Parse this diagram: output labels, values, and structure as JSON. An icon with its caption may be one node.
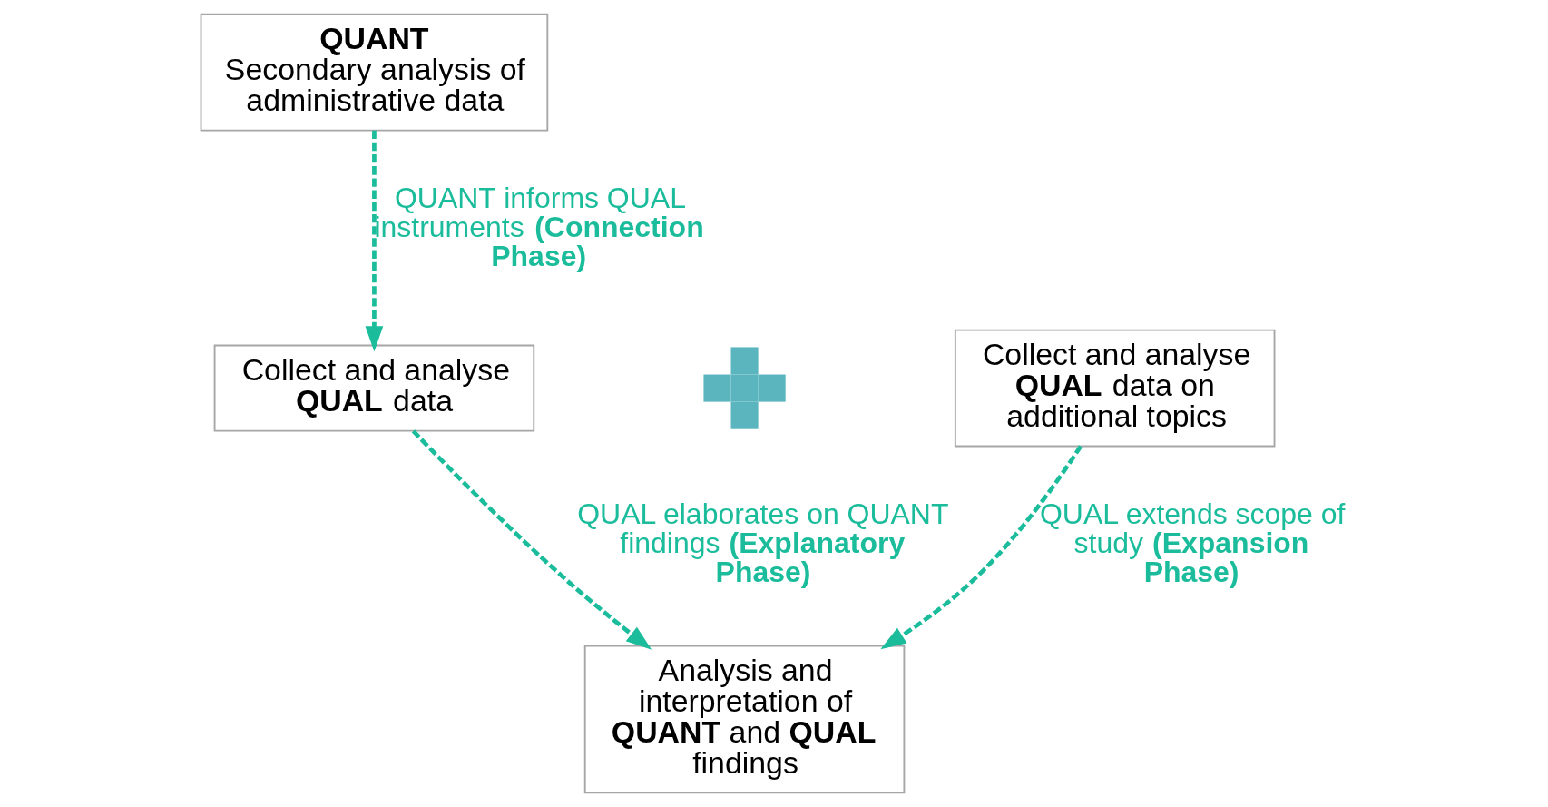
{
  "diagram": {
    "nodes": [
      {
        "text": [
          "QUANT",
          "Secondary analysis of administrative data"
        ]
      },
      {
        "text": [
          "Collect and analyse **QUAL** data"
        ]
      },
      {
        "text": [],
        "shape": "plus"
      },
      {
        "text": [
          "Collect and analyse **QUAL** data on additional topics"
        ]
      },
      {
        "text": [
          "Analysis and interpretation of **QUANT** and **QUAL** findings"
        ]
      }
    ],
    "edges": [
      {
        "from": 0,
        "to": 1,
        "arrow": "to",
        "style": "dashed",
        "label": "QUANT informs QUAL instruments **(Connection Phase)**"
      },
      {
        "from": 1,
        "to": 4,
        "arrow": "to",
        "style": "dashed",
        "label": "QUAL elaborates on QUANT findings **(Explanatory Phase)**"
      },
      {
        "from": 3,
        "to": 4,
        "arrow": "to",
        "style": "dashed",
        "label": "QUAL extends scope of study **(Expansion Phase)**"
      }
    ]
  }
}
